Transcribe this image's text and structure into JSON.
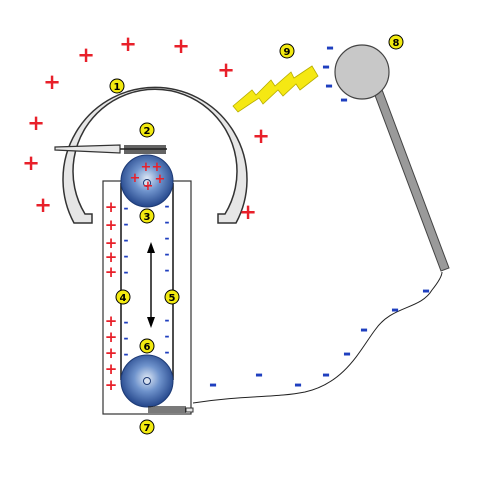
{
  "symbols": {
    "plus": "+",
    "minus": "-"
  },
  "callouts": {
    "c1": "1",
    "c2": "2",
    "c3": "3",
    "c4": "4",
    "c5": "5",
    "c6": "6",
    "c7": "7",
    "c8": "8",
    "c9": "9"
  },
  "colors": {
    "positive": "#e8202a",
    "negative": "#1f3fbf",
    "callout_fill": "#f2ea10",
    "spark": "#f5e813",
    "sphere_small": "#c8c8c8",
    "roller": "#3a66b0"
  }
}
